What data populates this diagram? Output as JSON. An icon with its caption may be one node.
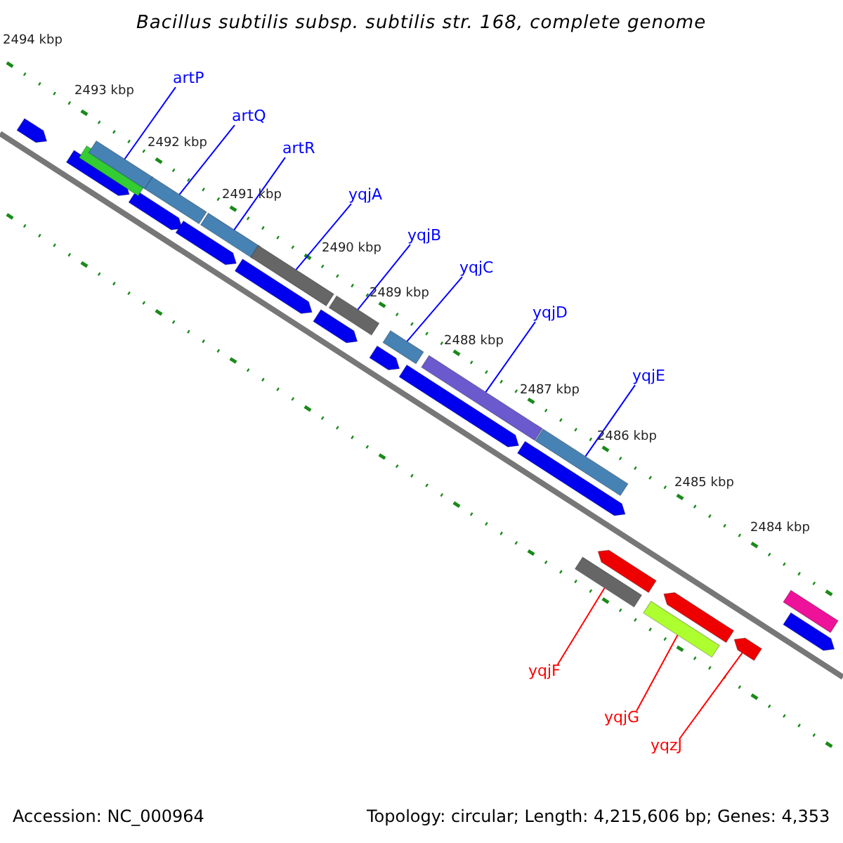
{
  "diagram": {
    "title": "Bacillus subtilis subsp. subtilis str. 168, complete genome",
    "nodes": [
      {
        "text": [
          "artP"
        ]
      },
      {
        "text": [
          "artQ"
        ]
      },
      {
        "text": [
          "artR"
        ]
      },
      {
        "text": [
          "yqjA"
        ]
      },
      {
        "text": [
          "yqjB"
        ]
      },
      {
        "text": [
          "yqjC"
        ]
      },
      {
        "text": [
          "yqjD"
        ]
      },
      {
        "text": [
          "yqjE"
        ]
      },
      {
        "text": [
          "yqjF"
        ]
      },
      {
        "text": [
          "yqjG"
        ]
      },
      {
        "text": [
          "yqzJ"
        ]
      },
      {
        "text": [],
        "shape": "bar"
      },
      {
        "text": [],
        "shape": "bar"
      },
      {
        "text": [],
        "shape": "bar"
      },
      {
        "text": [],
        "shape": "bar"
      },
      {
        "text": [],
        "shape": "bar"
      },
      {
        "text": [],
        "shape": "bar"
      },
      {
        "text": [],
        "shape": "bar"
      },
      {
        "text": [],
        "shape": "bar"
      },
      {
        "text": [],
        "shape": "bar"
      },
      {
        "text": [],
        "shape": "bar"
      },
      {
        "text": [],
        "shape": "bar"
      }
    ],
    "edges": [
      {
        "from": 0,
        "to": 11,
        "arrow": "none"
      },
      {
        "from": 1,
        "to": 12,
        "arrow": "none"
      },
      {
        "from": 2,
        "to": 13,
        "arrow": "none"
      },
      {
        "from": 3,
        "to": 14,
        "arrow": "none"
      },
      {
        "from": 4,
        "to": 15,
        "arrow": "none"
      },
      {
        "from": 5,
        "to": 16,
        "arrow": "none"
      },
      {
        "from": 6,
        "to": 17,
        "arrow": "none"
      },
      {
        "from": 7,
        "to": 18,
        "arrow": "none"
      },
      {
        "from": 8,
        "to": 19,
        "arrow": "none",
        "color": "#ff0000"
      },
      {
        "from": 9,
        "to": 20,
        "arrow": "none",
        "color": "#ff0000"
      },
      {
        "from": 10,
        "to": 21,
        "arrow": "none",
        "color": "#ff0000"
      }
    ],
    "labels": [
      "2494 kbp",
      "2493 kbp",
      "2492 kbp",
      "2491 kbp",
      "2490 kbp",
      "2489 kbp",
      "2488 kbp",
      "2487 kbp",
      "2486 kbp",
      "2485 kbp",
      "2484 kbp",
      "Accession: NC_000964",
      "Topology: circular; Length: 4,215,606 bp; Genes: 4,353"
    ]
  }
}
